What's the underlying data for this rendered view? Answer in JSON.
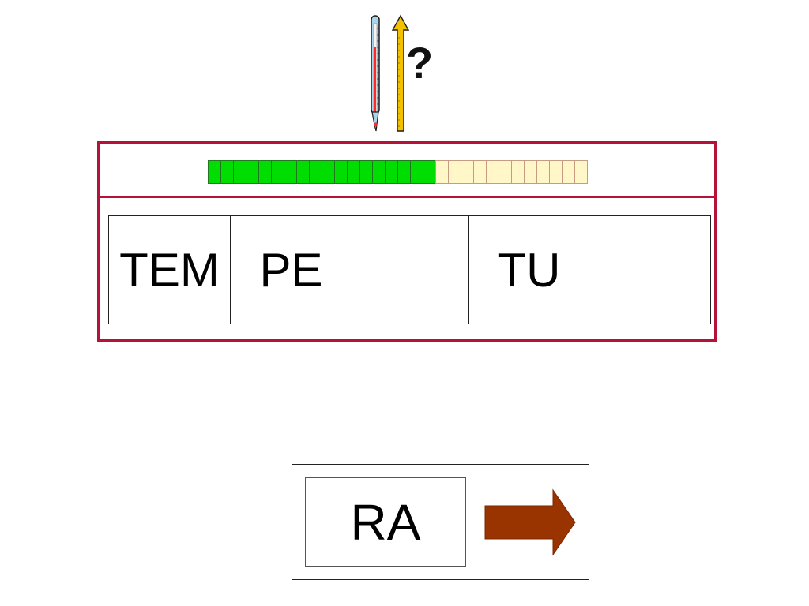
{
  "header": {
    "question_mark": "?"
  },
  "progress": {
    "filled": 18,
    "total": 30,
    "fraction": 0.6
  },
  "word": {
    "syllables": [
      "TEM",
      "PE",
      "",
      "TU",
      ""
    ]
  },
  "answer": {
    "syllable": "RA"
  },
  "colors": {
    "border": "#b5123a",
    "progress_filled": "#00dd00",
    "progress_empty": "#fff7c8",
    "arrow": "#993300",
    "up_arrow": "#f2c200",
    "thermometer": "#a9d4ea"
  },
  "icons": {
    "thermometer": "thermometer-icon",
    "temperature": "up-arrow-icon",
    "next": "right-arrow-icon"
  }
}
